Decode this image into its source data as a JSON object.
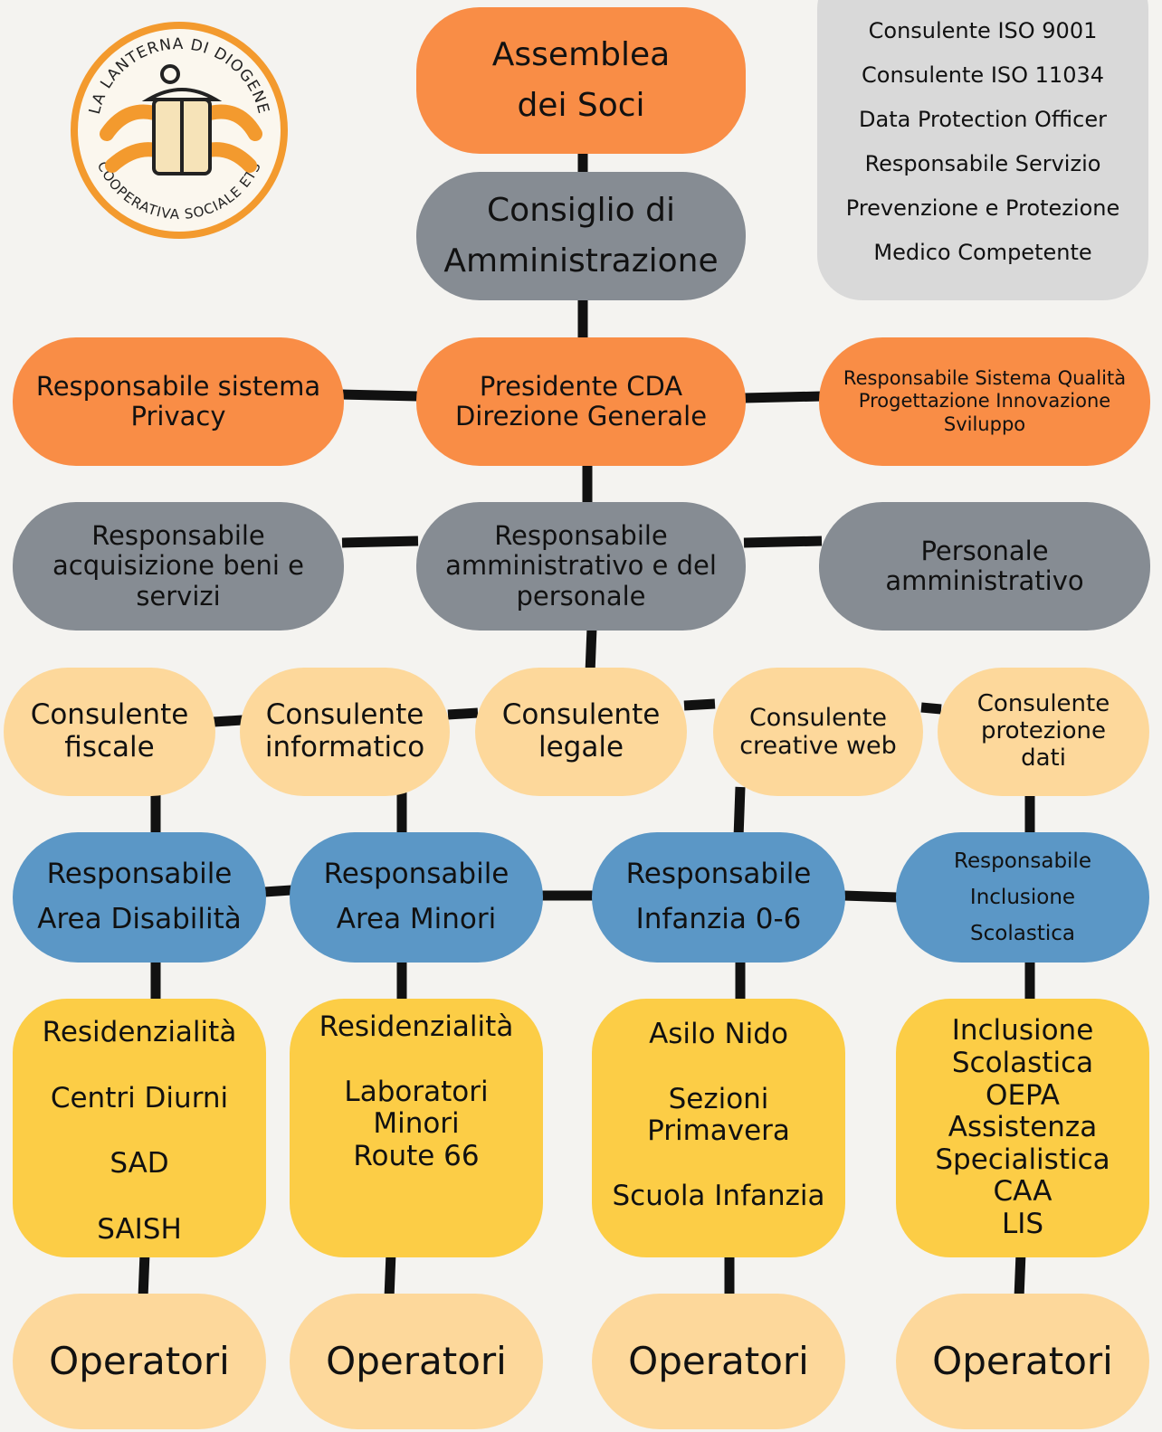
{
  "logo": {
    "text": "LA LANTERNA DI DIOGENE · COOPERATIVA SOCIALE ETS",
    "colors": {
      "ring": "#f39a2e",
      "lantern": "#f3d9a6"
    }
  },
  "consulenti_box": {
    "items": [
      "Consulente ISO 9001",
      "Consulente ISO 11034",
      "Data Protection Officer",
      "Responsabile Servizio",
      "Prevenzione e Protezione",
      "Medico Competente"
    ]
  },
  "nodes": {
    "assemblea": [
      "Assemblea",
      "dei Soci"
    ],
    "consiglio": [
      "Consiglio di",
      "Amministrazione"
    ],
    "presidente": [
      "Presidente CDA",
      "Direzione Generale"
    ],
    "privacy": [
      "Responsabile sistema",
      "Privacy"
    ],
    "qualita": [
      "Responsabile Sistema Qualità",
      "Progettazione Innovazione",
      "Sviluppo"
    ],
    "resp_amm": [
      "Responsabile",
      "amministrativo e del",
      "personale"
    ],
    "acquisizione": [
      "Responsabile",
      "acquisizione beni e",
      "servizi"
    ],
    "personale": [
      "Personale",
      "amministrativo"
    ],
    "c_fiscale": [
      "Consulente",
      "fiscale"
    ],
    "c_informatico": [
      "Consulente",
      "informatico"
    ],
    "c_legale": [
      "Consulente",
      "legale"
    ],
    "c_web": [
      "Consulente",
      "creative web"
    ],
    "c_dati": [
      "Consulente",
      "protezione",
      "dati"
    ],
    "a_disabilita": [
      "Responsabile",
      "Area Disabilità"
    ],
    "a_minori": [
      "Responsabile",
      "Area Minori"
    ],
    "a_infanzia": [
      "Responsabile",
      "Infanzia 0-6"
    ],
    "a_inclusione": [
      "Responsabile",
      "Inclusione",
      "Scolastica"
    ],
    "s_disabilita": [
      "Residenzialità",
      "Centri Diurni",
      "SAD",
      "SAISH"
    ],
    "s_minori": [
      "Residenzialità",
      "Laboratori Minori",
      "Route 66"
    ],
    "s_infanzia": [
      "Asilo Nido",
      "Sezioni",
      "Primavera",
      "Scuola Infanzia"
    ],
    "s_inclusione": [
      "Inclusione",
      "Scolastica",
      "OEPA",
      "Assistenza",
      "Specialistica",
      "CAA",
      "LIS"
    ],
    "operatori": "Operatori"
  },
  "colors": {
    "orange": "#f98d46",
    "grey": "#868c93",
    "peach": "#fdd89b",
    "blue": "#5b97c6",
    "yellow": "#fccd46",
    "light_grey": "#d9d9d9",
    "connector": "#111111"
  }
}
